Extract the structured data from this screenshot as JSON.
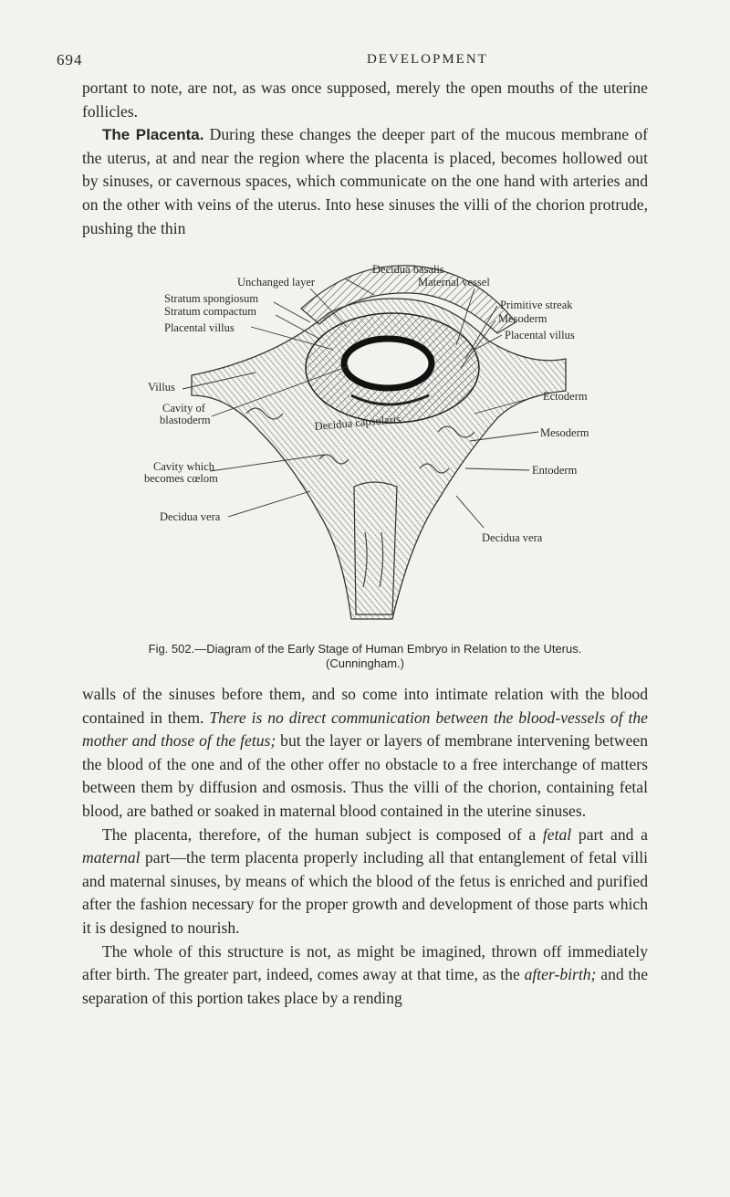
{
  "header": {
    "page_number": "694",
    "running_head": "DEVELOPMENT"
  },
  "para1": {
    "text": "portant to note, are not, as was once supposed, merely the open mouths of the uterine follicles."
  },
  "para2": {
    "title": "The Placenta.",
    "text": "During these changes the deeper part of the mucous membrane of the uterus, at and near the region where the placenta is placed, becomes hollowed out by sinuses, or cavernous spaces, which communicate on the one hand with arteries and on the other with veins of the uterus. Into hese sinuses the villi of the chorion protrude, pushing the thin"
  },
  "figure": {
    "labels": {
      "decidua_basalis": "Decidua basalis",
      "unchanged_layer": "Unchanged layer",
      "maternal_vessel": "Maternal vessel",
      "stratum_spongiosum": "Stratum spongiosum",
      "stratum_compactum": "Stratum compactum",
      "placental_villus_left": "Placental villus",
      "primitive_streak": "Primitive streak",
      "mesoderm_top": "Mesoderm",
      "placental_villus_right": "Placental villus",
      "villus": "Villus",
      "cavity_blastoderm_1": "Cavity of",
      "cavity_blastoderm_2": "blastoderm",
      "ectoderm": "Ectoderm",
      "decidua_capsularis": "Decidua capsularis",
      "mesoderm": "Mesoderm",
      "cavity_coelom_1": "Cavity which",
      "cavity_coelom_2": "becomes cœlom",
      "entoderm": "Entoderm",
      "decidua_vera_left": "Decidua vera",
      "decidua_vera_right": "Decidua vera"
    },
    "caption_line1": "Fig. 502.—Diagram of the Early Stage of Human Embryo in Relation to the Uterus.",
    "caption_line2": "(Cunningham.)"
  },
  "para3": {
    "a": "walls of the sinuses before them, and so come into intimate relation with the blood contained in them.",
    "b": "There is no direct communication between the blood-vessels of the mother and those of the fetus;",
    "c": "but the layer or layers of membrane intervening between the blood of the one and of the other offer no obstacle to a free interchange of matters between them by diffusion and osmosis. Thus the villi of the chorion, containing fetal blood, are bathed or soaked in maternal blood contained in the uterine sinuses."
  },
  "para4": {
    "a": "The placenta, therefore, of the human subject is composed of a",
    "fetal": "fetal",
    "b": "part and a",
    "maternal": "maternal",
    "c": "part—the term placenta properly including all that entanglement of fetal villi and maternal sinuses, by means of which the blood of the fetus is enriched and purified after the fashion necessary for the proper growth and development of those parts which it is designed to nourish."
  },
  "para5": {
    "a": "The whole of this structure is not, as might be imagined, thrown off immediately after birth. The greater part, indeed, comes away at that time, as the",
    "afterbirth": "after-birth;",
    "b": "and the separation of this portion takes place by a rending"
  }
}
